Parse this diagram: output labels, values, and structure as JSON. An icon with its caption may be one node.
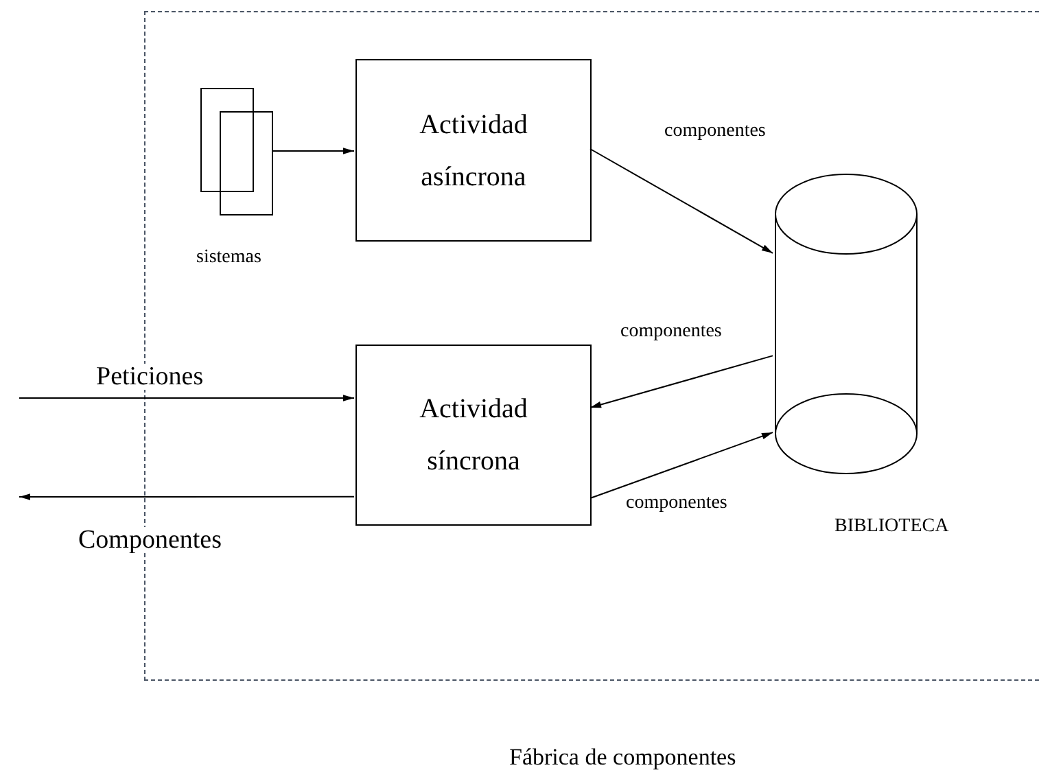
{
  "diagram": {
    "nodes": [
      {
        "text": [
          "Fábrica de componentes"
        ]
      },
      {
        "text": [],
        "shape": "box",
        "beside": [
          "sistemas"
        ],
        "in": 0
      },
      {
        "text": [
          "Actividad asíncrona"
        ],
        "in": 0
      },
      {
        "text": [],
        "shape": "cylinder",
        "beside": [
          "BIBLIOTECA"
        ],
        "in": 0
      },
      {
        "text": [
          "Actividad síncrona"
        ],
        "in": 0
      }
    ],
    "edges": [
      {
        "from": 1,
        "to": 2,
        "arrow": "to"
      },
      {
        "from": 2,
        "to": 3,
        "arrow": "to",
        "label": "componentes"
      },
      {
        "from": 3,
        "to": 4,
        "arrow": "to",
        "label": "componentes"
      },
      {
        "from": 4,
        "to": 3,
        "arrow": "to",
        "label": "componentes"
      },
      {
        "from": null,
        "to": 4,
        "arrow": "to",
        "label": "Peticiones"
      },
      {
        "from": 4,
        "to": null,
        "arrow": "to",
        "label": "Componentes"
      }
    ]
  }
}
